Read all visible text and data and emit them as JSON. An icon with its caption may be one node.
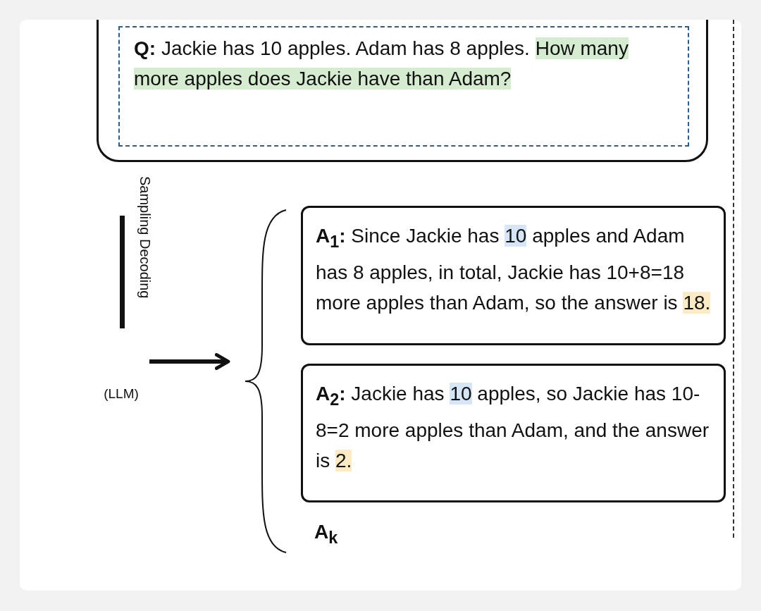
{
  "diagram": {
    "nodes": [
      {
        "text": [],
        "shape": "box"
      },
      {
        "text": [
          "**Q:** Jackie has 10 apples. Adam has 8 apples. How many more apples does Jackie have than Adam?"
        ],
        "in": 0
      },
      {
        "text": [
          "(LLM)"
        ]
      },
      {
        "text": [],
        "shape": "bracket"
      },
      {
        "text": [
          "**A$_{1}$:** Since Jackie has 10 apples and Adam has 8 apples, in total, Jackie has 10+8=18 more apples than Adam, so the answer is 18."
        ]
      },
      {
        "text": [
          "**A$_{2}$:** Jackie has 10 apples, so Jackie has 10-8=2 more apples than Adam, and the answer is 2."
        ]
      },
      {
        "text": [
          "**A$_{k}$**"
        ]
      }
    ],
    "edges": [
      {
        "from": 2,
        "to": 3,
        "arrow": "to"
      }
    ],
    "labels": [
      "Sampling Decoding"
    ]
  }
}
